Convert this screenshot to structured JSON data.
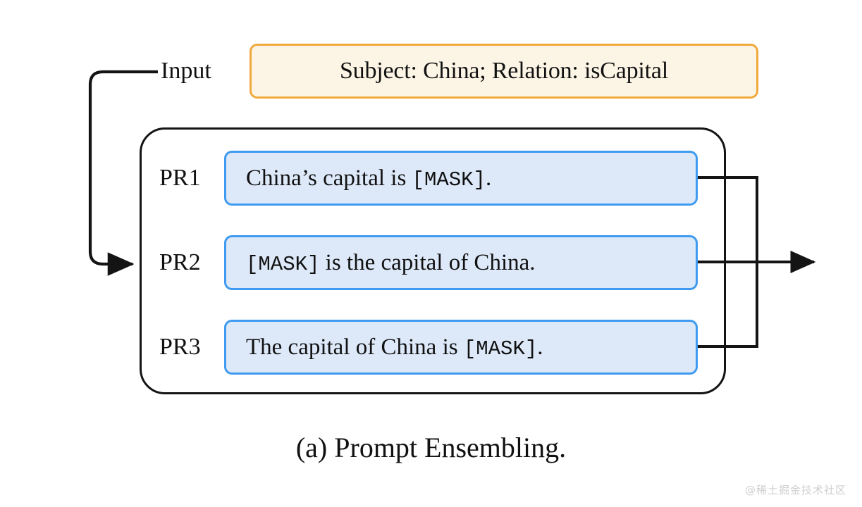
{
  "figure": {
    "caption": "(a) Prompt Ensembling.",
    "input_label": "Input",
    "input_value": "Subject: China; Relation: isCapital",
    "watermark": "@稀土掘金技术社区",
    "colors": {
      "input_box_fill": "#fcf5e5",
      "input_box_border": "#f0a93c",
      "prompt_box_fill": "#dde9f9",
      "prompt_box_border": "#3f9bf0",
      "container_border": "#141414",
      "wire": "#141414",
      "text": "#111111",
      "watermark": "#cfcfcf"
    }
  },
  "prompts": [
    {
      "label": "PR1",
      "text_before": "China’s capital is ",
      "mask": "[MASK]",
      "text_after": ".",
      "full_text": "China’s capital is [MASK]."
    },
    {
      "label": "PR2",
      "text_before": "",
      "mask": "[MASK]",
      "text_after": "  is the capital of China.",
      "full_text": "[MASK]  is the capital of China."
    },
    {
      "label": "PR3",
      "text_before": "The capital of China is ",
      "mask": "[MASK]",
      "text_after": ".",
      "full_text": "The capital of China is [MASK]."
    }
  ]
}
